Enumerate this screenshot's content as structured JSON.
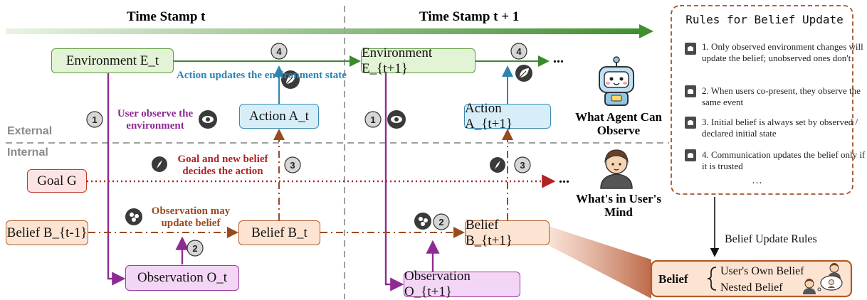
{
  "timestamps": {
    "t": "Time Stamp t",
    "t1": "Time Stamp t + 1"
  },
  "sections": {
    "external": "External",
    "internal": "Internal"
  },
  "nodes": {
    "env_t": "Environment E_t",
    "env_t1": "Environment E_{t+1}",
    "action_t": "Action A_t",
    "action_t1": "Action A_{t+1}",
    "goal": "Goal G",
    "belief_prev": "Belief B_{t-1}",
    "belief_t": "Belief B_t",
    "belief_t1": "Belief B_{t+1}",
    "obs_t": "Observation O_t",
    "obs_t1": "Observation O_{t+1}"
  },
  "annotations": {
    "action_updates": "Action updates the environment state",
    "user_observe": "User observe the environment",
    "goal_decides": "Goal and new belief decides the action",
    "obs_may_update": "Observation may update belief"
  },
  "step_numbers": [
    "1",
    "2",
    "3",
    "4"
  ],
  "ellipsis": "...",
  "agent_label": "What Agent Can Observe",
  "mind_label": "What's in User's Mind",
  "rules": {
    "title": "Rules for Belief Update",
    "items": [
      "1. Only observed environment changes will update the belief; unobserved ones don't",
      "2. When users co-present, they observe the same event",
      "3. Initial belief is always set by observed / declared initial state",
      "4. Communication updates the belief only if it is trusted"
    ],
    "more": "…"
  },
  "belief_update_label": "Belief Update Rules",
  "belief_types": {
    "heading": "Belief",
    "own": "User's Own Belief",
    "nested": "Nested Belief"
  },
  "colors": {
    "env": "#5c9c3a",
    "action": "#3b8bb0",
    "goal": "#c0392b",
    "belief": "#b05c2a",
    "observation": "#9b3aa2",
    "dashed": "#a0a0a0"
  }
}
